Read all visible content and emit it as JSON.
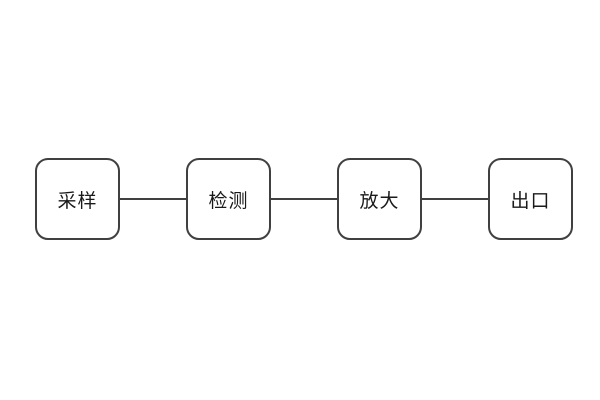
{
  "diagram": {
    "type": "flowchart",
    "direction": "horizontal",
    "background_color": "#ffffff",
    "node_border_color": "#404040",
    "node_fill_color": "#ffffff",
    "node_text_color": "#1a1a1a",
    "connector_color": "#404040",
    "nodes": [
      {
        "id": "node-1",
        "label": "采样"
      },
      {
        "id": "node-2",
        "label": "检测"
      },
      {
        "id": "node-3",
        "label": "放大"
      },
      {
        "id": "node-4",
        "label": "出口"
      }
    ],
    "connections": [
      {
        "from": "采样",
        "to": "检测"
      },
      {
        "from": "检测",
        "to": "放大"
      },
      {
        "from": "放大",
        "to": "出口"
      }
    ]
  }
}
